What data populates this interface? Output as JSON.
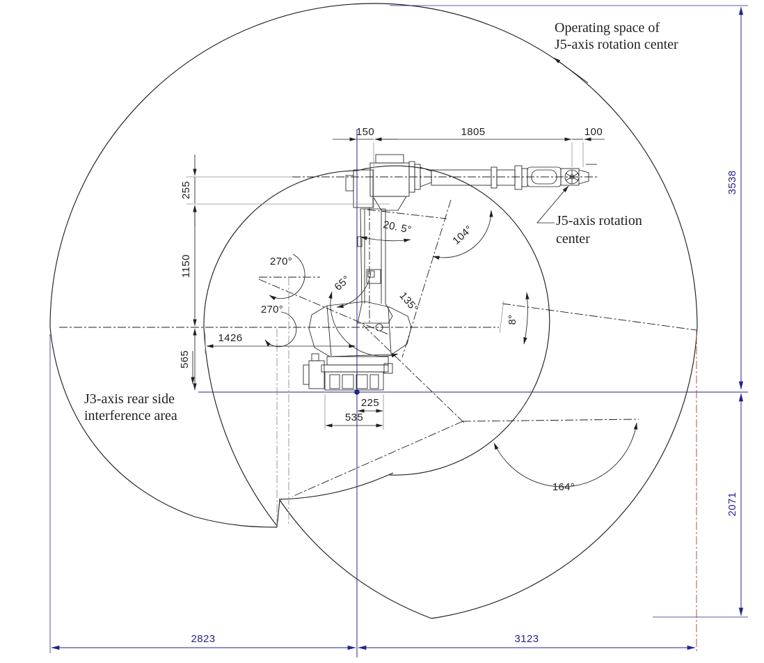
{
  "labels": {
    "operating_space_1": "Operating space of",
    "operating_space_2": "J5-axis rotation center",
    "j5_center_1": "J5-axis rotation",
    "j5_center_2": "center",
    "j3_area_1": "J3-axis rear side",
    "j3_area_2": "interference area"
  },
  "dims": {
    "top": [
      "150",
      "1805",
      "100"
    ],
    "left": [
      "255",
      "1150",
      "565"
    ],
    "reach_rear": "1426",
    "base": [
      "535",
      "225"
    ],
    "right": [
      "3538",
      "2071"
    ],
    "bottom": [
      "2823",
      "3123"
    ]
  },
  "angles": {
    "j3_tilt": "20. 5°",
    "j3_range": "104°",
    "front": "135°",
    "rear": "65°",
    "j1_upper": "270°",
    "j1_lower": "270°",
    "below_horizontal": "8°",
    "bottom_range": "164°"
  },
  "colors": {
    "ink": "#1f1f1f",
    "dimension_blue": "#23238c",
    "construction_gray": "#8f8f8f",
    "extension_red": "#99493f",
    "background": "#ffffff"
  }
}
